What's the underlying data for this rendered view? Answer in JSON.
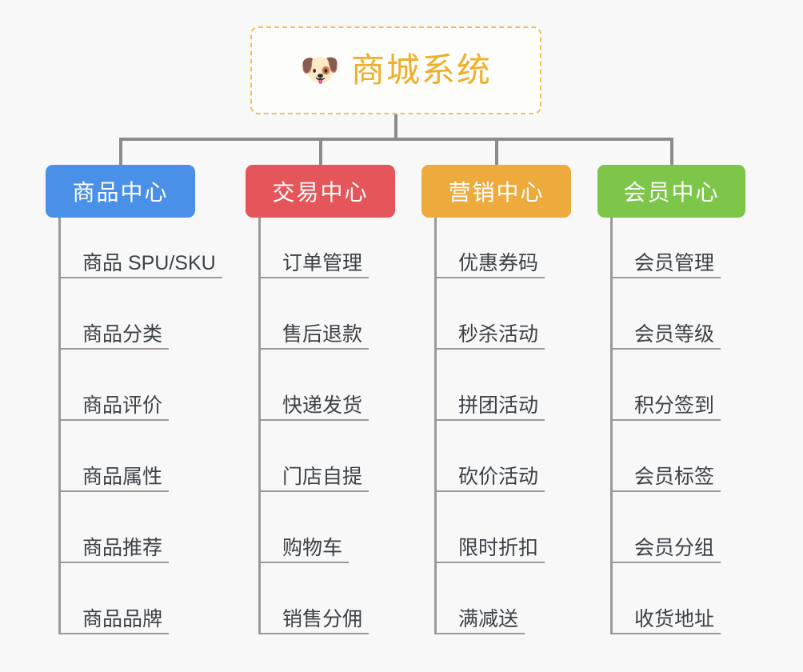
{
  "canvas": {
    "background": "#f8f8f8",
    "line_color": "#8c8c8c"
  },
  "root": {
    "icon": "shiba-dog-face-emoji",
    "emoji": "🐶",
    "title": "商城系统",
    "title_color": "#efaf2b",
    "border_color": "#f0c060",
    "border_style": "dashed"
  },
  "branches": [
    {
      "id": "product-center",
      "label": "商品中心",
      "color": "#4a90e8",
      "items": [
        "商品 SPU/SKU",
        "商品分类",
        "商品评价",
        "商品属性",
        "商品推荐",
        "商品品牌"
      ]
    },
    {
      "id": "trade-center",
      "label": "交易中心",
      "color": "#e4565a",
      "items": [
        "订单管理",
        "售后退款",
        "快递发货",
        "门店自提",
        "购物车",
        "销售分佣"
      ]
    },
    {
      "id": "marketing-center",
      "label": "营销中心",
      "color": "#edab3e",
      "items": [
        "优惠券码",
        "秒杀活动",
        "拼团活动",
        "砍价活动",
        "限时折扣",
        "满减送"
      ]
    },
    {
      "id": "member-center",
      "label": "会员中心",
      "color": "#7dc košice"
    }
  ]
}
